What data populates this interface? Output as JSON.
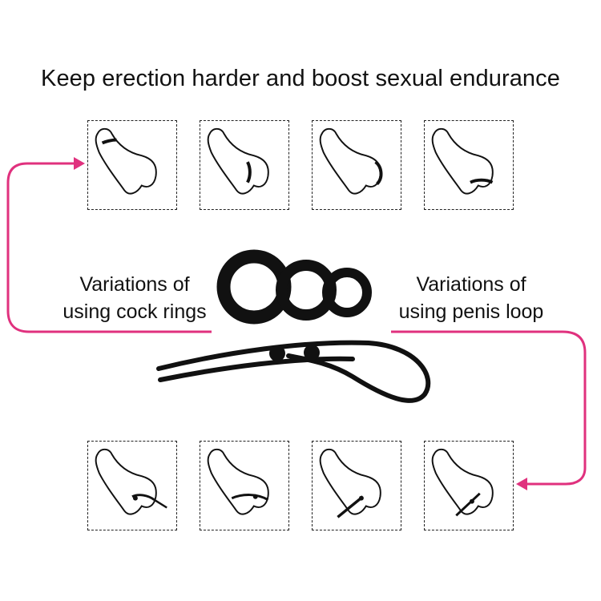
{
  "headline": "Keep erection harder and boost sexual endurance",
  "captions": {
    "rings_line1": "Variations of",
    "rings_line2": "using cock rings",
    "loop_line1": "Variations of",
    "loop_line2": "using penis loop"
  },
  "colors": {
    "arrow": "#e0317e",
    "ink": "#111111"
  },
  "icons": {
    "rings": "three-silicone-rings-icon",
    "loop": "adjustable-loop-with-beads-icon"
  }
}
